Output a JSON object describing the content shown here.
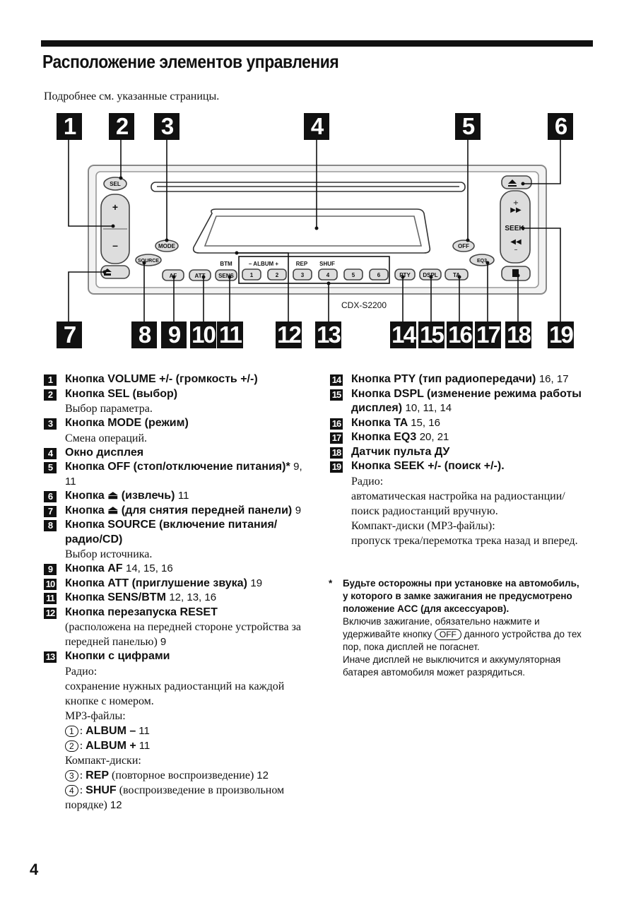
{
  "title": "Расположение элементов управления",
  "intro": "Подробнее см. указанные страницы.",
  "callouts": [
    "1",
    "2",
    "3",
    "4",
    "5",
    "6",
    "7",
    "8",
    "9",
    "10",
    "11",
    "12",
    "13",
    "14",
    "15",
    "16",
    "17",
    "18",
    "19"
  ],
  "device": {
    "model": "CDX-S2200",
    "buttons": {
      "sel": "SEL",
      "mode": "MODE",
      "off": "OFF",
      "seek": "SEEK",
      "source": "SOURCE",
      "af": "AF",
      "att": "ATT",
      "sens": "SENS",
      "pty": "PTY",
      "dspl": "DSPL",
      "ta": "TA",
      "eq3": "EQ3",
      "plus": "+",
      "minus": "–"
    },
    "labels": {
      "btm": "BTM",
      "album": "– ALBUM +",
      "rep": "REP",
      "shuf": "SHUF"
    },
    "presets": [
      "1",
      "2",
      "3",
      "4",
      "5",
      "6"
    ]
  },
  "left_items": [
    {
      "n": "1",
      "label": "Кнопка VOLUME +/- (громкость +/-)"
    },
    {
      "n": "2",
      "label": "Кнопка SEL (выбор)",
      "desc": "Выбор параметра."
    },
    {
      "n": "3",
      "label": "Кнопка MODE (режим)",
      "desc": "Смена операций."
    },
    {
      "n": "4",
      "label": "Окно дисплея"
    },
    {
      "n": "5",
      "label": "Кнопка OFF (стоп/отключение питания)*",
      "pages": "9, 11"
    },
    {
      "n": "6",
      "label": "Кнопка ⏏ (извлечь)",
      "pages": "11"
    },
    {
      "n": "7",
      "label": "Кнопка ⏏ (для снятия передней панели)",
      "pages": "9"
    },
    {
      "n": "8",
      "label": "Кнопка SOURCE (включение питания/радио/CD)",
      "desc": "Выбор источника."
    },
    {
      "n": "9",
      "label": "Кнопка AF",
      "pages": "14, 15, 16"
    },
    {
      "n": "10",
      "label": "Кнопка ATT (приглушение звука)",
      "pages": "19"
    },
    {
      "n": "11",
      "label": "Кнопка SENS/BTM",
      "pages": "12, 13, 16"
    },
    {
      "n": "12",
      "label": "Кнопка перезапуска RESET",
      "desc": "(расположена на передней стороне устройства за передней панелью)",
      "pages": "9"
    },
    {
      "n": "13",
      "label": "Кнопки с цифрами",
      "desc1": "Радио:",
      "desc2": "сохранение нужных радиостанций на каждой кнопке с номером.",
      "desc3": "MP3-файлы:",
      "desc4": "Компакт-диски:"
    }
  ],
  "item13": {
    "mp3": [
      {
        "c": "1",
        "name": "ALBUM –",
        "pages": "11"
      },
      {
        "c": "2",
        "name": "ALBUM +",
        "pages": "11"
      }
    ],
    "cd": [
      {
        "c": "3",
        "name": "REP",
        "text": "(повторное воспроизведение)",
        "pages": "12"
      },
      {
        "c": "4",
        "name": "SHUF",
        "text": "(воспроизведение в произвольном порядке)",
        "pages": "12"
      }
    ]
  },
  "right_items": [
    {
      "n": "14",
      "label": "Кнопка PTY (тип радиопередачи)",
      "pages": "16, 17"
    },
    {
      "n": "15",
      "label": "Кнопка DSPL (изменение режима работы дисплея)",
      "pages": "10, 11, 14"
    },
    {
      "n": "16",
      "label": "Кнопка TA",
      "pages": "15, 16"
    },
    {
      "n": "17",
      "label": "Кнопка EQ3",
      "pages": "20, 21"
    },
    {
      "n": "18",
      "label": "Датчик пульта ДУ"
    },
    {
      "n": "19",
      "label": "Кнопка SEEK +/- (поиск +/-).",
      "desc1": "Радио:",
      "desc2": "автоматическая настройка на радиостанции/ поиск радиостанций вручную.",
      "desc3": "Компакт-диски (MP3-файлы):",
      "desc4": "пропуск трека/перемотка трека назад и вперед."
    }
  ],
  "note": {
    "star": "*",
    "bold": "Будьте осторожны при установке на автомобиль, у которого в замке зажигания не предусмотрено положение ACC (для аксессуаров).",
    "p1": "Включив зажигание, обязательно нажмите и удерживайте кнопку",
    "off": "OFF",
    "p2": "данного устройства до тех пор, пока дисплей не погаснет.",
    "p3": "Иначе дисплей не выключится и аккумуляторная батарея автомобиля может разрядиться."
  },
  "page_number": "4"
}
